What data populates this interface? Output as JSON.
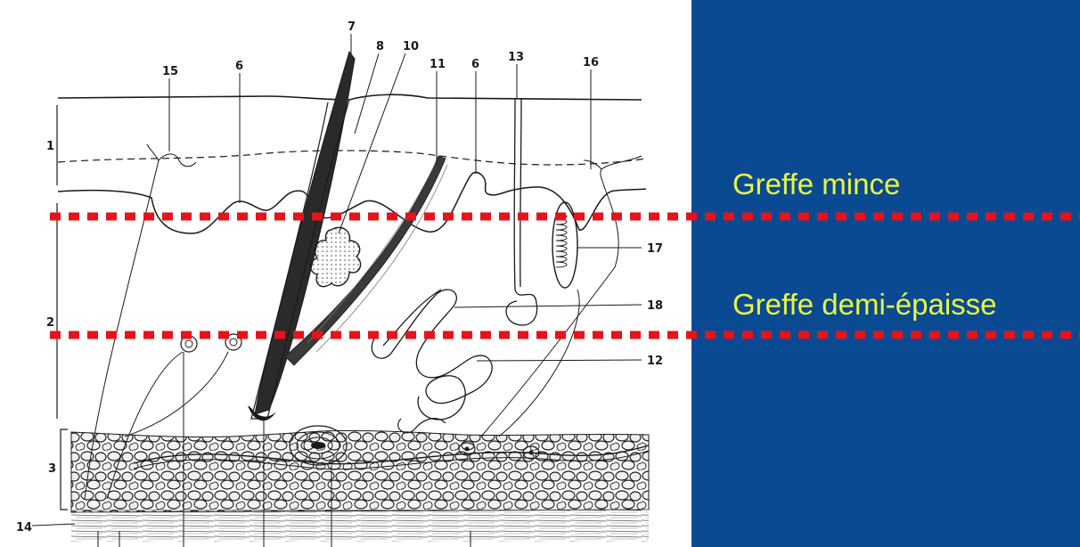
{
  "labels": {
    "thin_graft": "Greffe mince",
    "half_thickness_graft": "Greffe demi-épaisse"
  },
  "layer_numbers": [
    "1",
    "2",
    "3",
    "14"
  ],
  "structure_numbers": [
    "7",
    "8",
    "10",
    "15",
    "6",
    "11",
    "6",
    "13",
    "16",
    "17",
    "18",
    "12"
  ],
  "colors": {
    "panel": "#0a4a93",
    "label_text": "#e9f542",
    "cut_line": "#e3141b",
    "ink": "#1a1a1a"
  }
}
